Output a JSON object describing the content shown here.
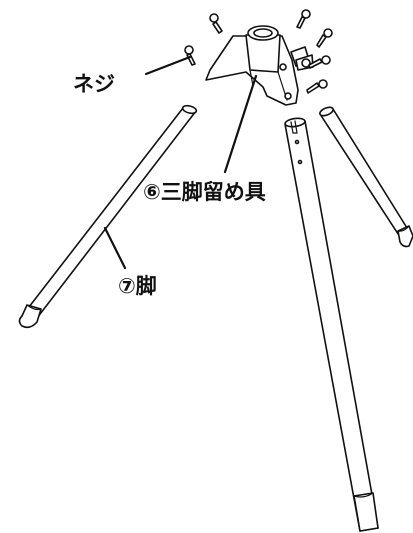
{
  "labels": {
    "screw": "ネジ",
    "bracket": "⑥三脚留め具",
    "leg": "⑦脚"
  },
  "colors": {
    "line": "#111111",
    "background": "#ffffff"
  }
}
